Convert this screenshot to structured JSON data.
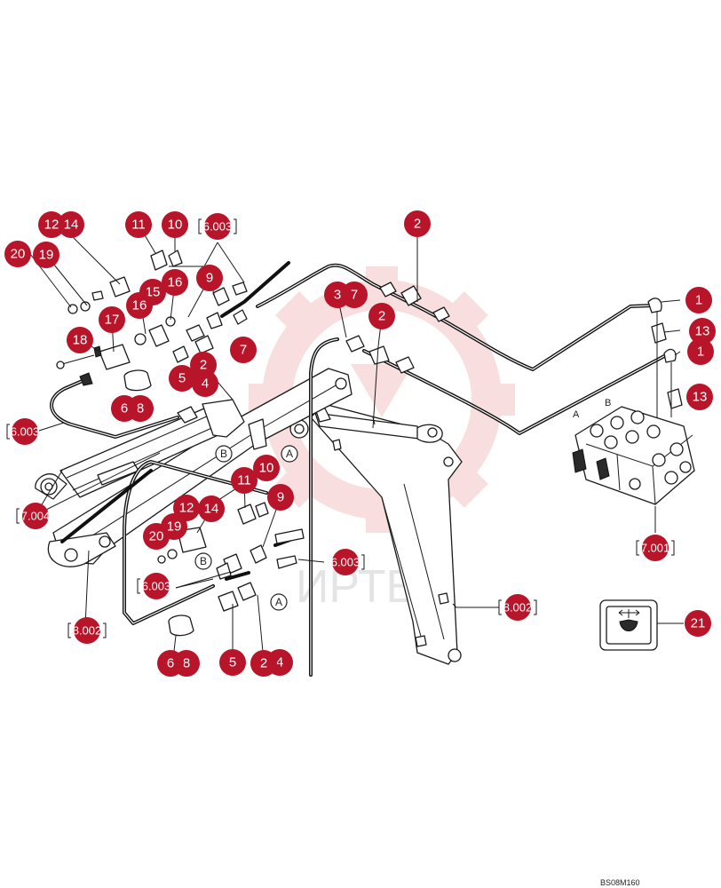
{
  "watermark": {
    "text": "ИРТЕХ",
    "color": "#f4c4c4"
  },
  "drawing_number": "BS08M160",
  "colors": {
    "callout": "#b8142a",
    "line": "#1a1a1a",
    "hose": "#111111"
  },
  "valve": {
    "port_a": "A",
    "port_b": "B"
  },
  "refs": {
    "a": "A",
    "b": "B"
  },
  "callouts": {
    "c1": "1",
    "c2": "1",
    "c3": "13",
    "c4": "13",
    "c5": "2",
    "c6": "3",
    "c7": "7",
    "c8": "2",
    "c9": "12",
    "c10": "14",
    "c11": "11",
    "c12": "10",
    "c13": "6.003",
    "c14": "20",
    "c15": "19",
    "c16": "15",
    "c17": "16",
    "c18": "9",
    "c19": "16",
    "c20": "17",
    "c21": "18",
    "c22": "2",
    "c23": "7",
    "c24": "5",
    "c25": "4",
    "c26": "6",
    "c27": "8",
    "c28": "6.003",
    "c29": "7.004",
    "c30": "10",
    "c31": "11",
    "c32": "9",
    "c33": "12",
    "c34": "14",
    "c35": "19",
    "c36": "20",
    "c37": "6.003",
    "c38": "6.003",
    "c39": "6",
    "c40": "8",
    "c41": "5",
    "c42": "2",
    "c43": "4",
    "c44": "8.002",
    "c45": "8.002",
    "c46": "7.001",
    "c47": "21"
  }
}
